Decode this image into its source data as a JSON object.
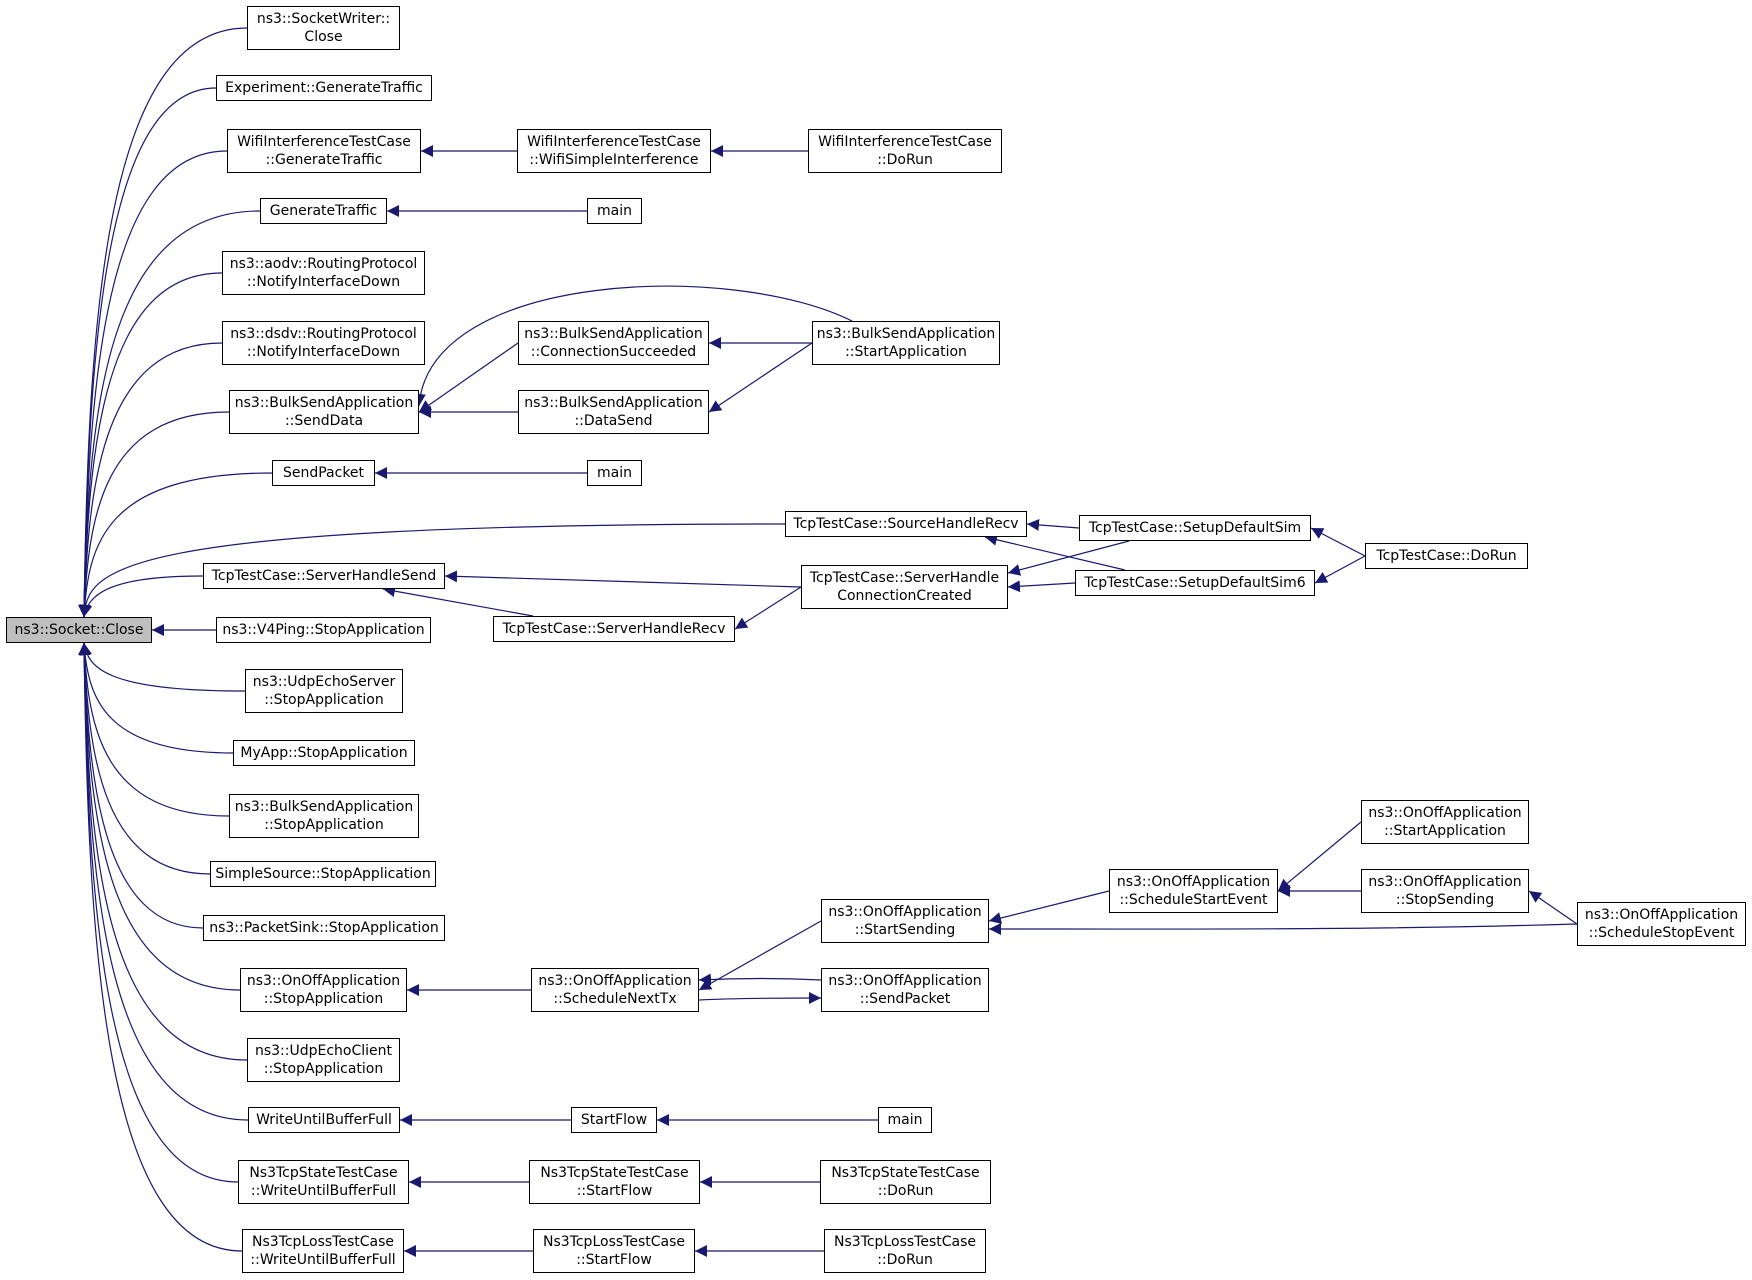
{
  "diagram": {
    "type": "call-graph",
    "edge_color": "#191970",
    "root_fill": "#bfbfbf",
    "nodes": [
      {
        "id": "root",
        "lines": [
          "ns3::Socket::Close"
        ],
        "root": true
      },
      {
        "id": "swc",
        "lines": [
          "ns3::SocketWriter::",
          "Close"
        ]
      },
      {
        "id": "egt",
        "lines": [
          "Experiment::GenerateTraffic"
        ]
      },
      {
        "id": "witgt",
        "lines": [
          "WifiInterferenceTestCase",
          "::GenerateTraffic"
        ]
      },
      {
        "id": "witwsi",
        "lines": [
          "WifiInterferenceTestCase",
          "::WifiSimpleInterference"
        ]
      },
      {
        "id": "witdr",
        "lines": [
          "WifiInterferenceTestCase",
          "::DoRun"
        ]
      },
      {
        "id": "gt",
        "lines": [
          "GenerateTraffic"
        ]
      },
      {
        "id": "main1",
        "lines": [
          "main"
        ]
      },
      {
        "id": "aodv",
        "lines": [
          "ns3::aodv::RoutingProtocol",
          "::NotifyInterfaceDown"
        ]
      },
      {
        "id": "dsdv",
        "lines": [
          "ns3::dsdv::RoutingProtocol",
          "::NotifyInterfaceDown"
        ]
      },
      {
        "id": "bsasd",
        "lines": [
          "ns3::BulkSendApplication",
          "::SendData"
        ]
      },
      {
        "id": "bsacs",
        "lines": [
          "ns3::BulkSendApplication",
          "::ConnectionSucceeded"
        ]
      },
      {
        "id": "bsads",
        "lines": [
          "ns3::BulkSendApplication",
          "::DataSend"
        ]
      },
      {
        "id": "bsasta",
        "lines": [
          "ns3::BulkSendApplication",
          "::StartApplication"
        ]
      },
      {
        "id": "sp",
        "lines": [
          "SendPacket"
        ]
      },
      {
        "id": "main2",
        "lines": [
          "main"
        ]
      },
      {
        "id": "tshr",
        "lines": [
          "TcpTestCase::SourceHandleRecv"
        ]
      },
      {
        "id": "tsds",
        "lines": [
          "TcpTestCase::SetupDefaultSim"
        ]
      },
      {
        "id": "tsds6",
        "lines": [
          "TcpTestCase::SetupDefaultSim6"
        ]
      },
      {
        "id": "tdr",
        "lines": [
          "TcpTestCase::DoRun"
        ]
      },
      {
        "id": "tshs",
        "lines": [
          "TcpTestCase::ServerHandleSend"
        ]
      },
      {
        "id": "tshcc",
        "lines": [
          "TcpTestCase::ServerHandle",
          "ConnectionCreated"
        ]
      },
      {
        "id": "tshrv",
        "lines": [
          "TcpTestCase::ServerHandleRecv"
        ]
      },
      {
        "id": "v4p",
        "lines": [
          "ns3::V4Ping::StopApplication"
        ]
      },
      {
        "id": "ues",
        "lines": [
          "ns3::UdpEchoServer",
          "::StopApplication"
        ]
      },
      {
        "id": "mya",
        "lines": [
          "MyApp::StopApplication"
        ]
      },
      {
        "id": "bsasto",
        "lines": [
          "ns3::BulkSendApplication",
          "::StopApplication"
        ]
      },
      {
        "id": "ssa",
        "lines": [
          "SimpleSource::StopApplication"
        ]
      },
      {
        "id": "pks",
        "lines": [
          "ns3::PacketSink::StopApplication"
        ]
      },
      {
        "id": "oosto",
        "lines": [
          "ns3::OnOffApplication",
          "::StopApplication"
        ]
      },
      {
        "id": "oosnt",
        "lines": [
          "ns3::OnOffApplication",
          "::ScheduleNextTx"
        ]
      },
      {
        "id": "oostsend",
        "lines": [
          "ns3::OnOffApplication",
          "::StartSending"
        ]
      },
      {
        "id": "oosp",
        "lines": [
          "ns3::OnOffApplication",
          "::SendPacket"
        ]
      },
      {
        "id": "oosse",
        "lines": [
          "ns3::OnOffApplication",
          "::ScheduleStartEvent"
        ]
      },
      {
        "id": "oosta",
        "lines": [
          "ns3::OnOffApplication",
          "::StartApplication"
        ]
      },
      {
        "id": "oostopsend",
        "lines": [
          "ns3::OnOffApplication",
          "::StopSending"
        ]
      },
      {
        "id": "oosstope",
        "lines": [
          "ns3::OnOffApplication",
          "::ScheduleStopEvent"
        ]
      },
      {
        "id": "uec",
        "lines": [
          "ns3::UdpEchoClient",
          "::StopApplication"
        ]
      },
      {
        "id": "wubf",
        "lines": [
          "WriteUntilBufferFull"
        ]
      },
      {
        "id": "sf",
        "lines": [
          "StartFlow"
        ]
      },
      {
        "id": "main3",
        "lines": [
          "main"
        ]
      },
      {
        "id": "nstwu",
        "lines": [
          "Ns3TcpStateTestCase",
          "::WriteUntilBufferFull"
        ]
      },
      {
        "id": "nstsf",
        "lines": [
          "Ns3TcpStateTestCase",
          "::StartFlow"
        ]
      },
      {
        "id": "nstdr",
        "lines": [
          "Ns3TcpStateTestCase",
          "::DoRun"
        ]
      },
      {
        "id": "nltwu",
        "lines": [
          "Ns3TcpLossTestCase",
          "::WriteUntilBufferFull"
        ]
      },
      {
        "id": "nltsf",
        "lines": [
          "Ns3TcpLossTestCase",
          "::StartFlow"
        ]
      },
      {
        "id": "nltdr",
        "lines": [
          "Ns3TcpLossTestCase",
          "::DoRun"
        ]
      }
    ],
    "edges": [
      [
        "root",
        "swc"
      ],
      [
        "root",
        "egt"
      ],
      [
        "root",
        "witgt"
      ],
      [
        "root",
        "gt"
      ],
      [
        "root",
        "aodv"
      ],
      [
        "root",
        "dsdv"
      ],
      [
        "root",
        "bsasd"
      ],
      [
        "root",
        "sp"
      ],
      [
        "root",
        "tshr"
      ],
      [
        "root",
        "tshs"
      ],
      [
        "root",
        "v4p"
      ],
      [
        "root",
        "ues"
      ],
      [
        "root",
        "mya"
      ],
      [
        "root",
        "bsasto"
      ],
      [
        "root",
        "ssa"
      ],
      [
        "root",
        "pks"
      ],
      [
        "root",
        "oosto"
      ],
      [
        "root",
        "uec"
      ],
      [
        "root",
        "wubf"
      ],
      [
        "root",
        "nstwu"
      ],
      [
        "root",
        "nltwu"
      ],
      [
        "witgt",
        "witwsi"
      ],
      [
        "witwsi",
        "witdr"
      ],
      [
        "gt",
        "main1"
      ],
      [
        "bsasd",
        "bsasta"
      ],
      [
        "bsasd",
        "bsacs"
      ],
      [
        "bsasd",
        "bsads"
      ],
      [
        "bsacs",
        "bsasta"
      ],
      [
        "bsads",
        "bsasta"
      ],
      [
        "sp",
        "main2"
      ],
      [
        "tshr",
        "tsds"
      ],
      [
        "tshr",
        "tsds6"
      ],
      [
        "tsds",
        "tdr"
      ],
      [
        "tsds6",
        "tdr"
      ],
      [
        "tshs",
        "tshcc"
      ],
      [
        "tshs",
        "tshrv"
      ],
      [
        "tshrv",
        "tshcc"
      ],
      [
        "tshcc",
        "tsds"
      ],
      [
        "tshcc",
        "tsds6"
      ],
      [
        "oosto",
        "oosnt"
      ],
      [
        "oosnt",
        "oostsend"
      ],
      [
        "oosnt",
        "oosp"
      ],
      [
        "oosp",
        "oosnt"
      ],
      [
        "oostsend",
        "oosse"
      ],
      [
        "oostsend",
        "oosstope"
      ],
      [
        "oosse",
        "oosta"
      ],
      [
        "oosse",
        "oostopsend"
      ],
      [
        "oostopsend",
        "oosstope"
      ],
      [
        "wubf",
        "sf"
      ],
      [
        "sf",
        "main3"
      ],
      [
        "nstwu",
        "nstsf"
      ],
      [
        "nstsf",
        "nstdr"
      ],
      [
        "nltwu",
        "nltsf"
      ],
      [
        "nltsf",
        "nltdr"
      ]
    ]
  }
}
